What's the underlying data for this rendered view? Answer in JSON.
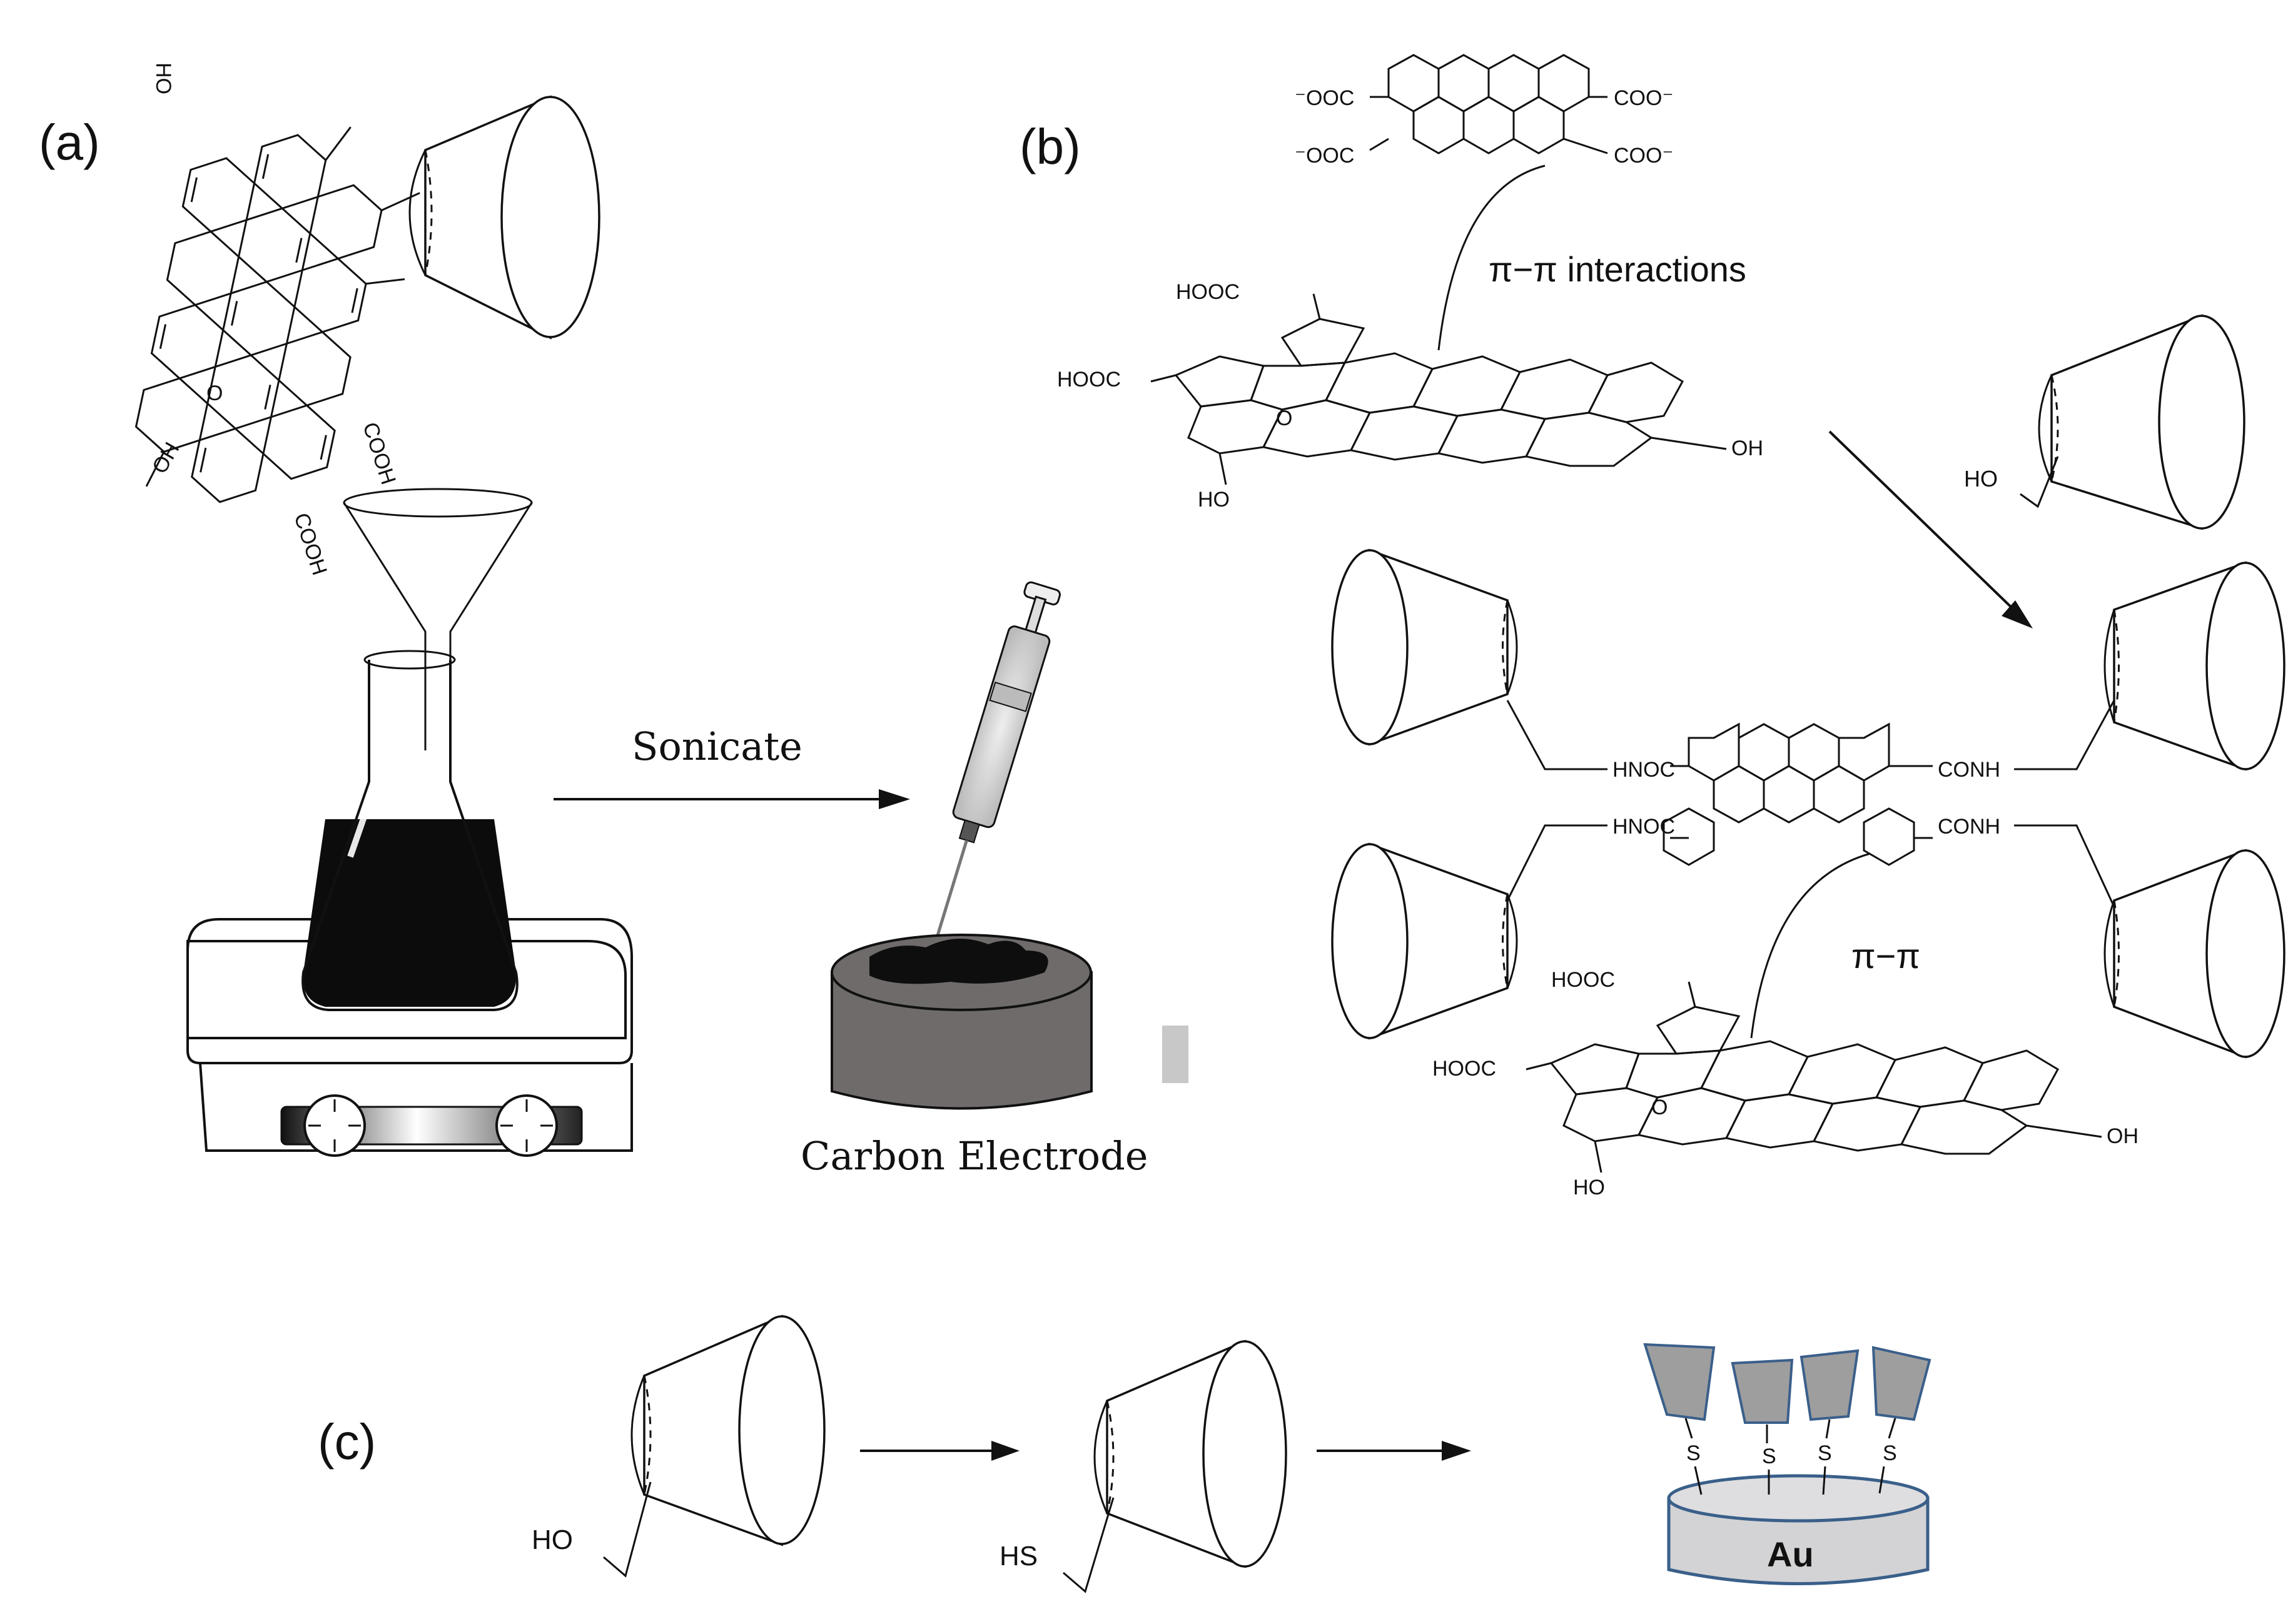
{
  "panels": {
    "a": {
      "label": "(a)",
      "step_label": "Sonicate",
      "electrode_label": "Carbon Electrode",
      "graphene_groups": {
        "top": "HO",
        "left_bottom": "OH",
        "cooh1": "COOH",
        "cooh2": "COOH",
        "ether": "O"
      }
    },
    "b": {
      "label": "(b)",
      "interaction_label": "π−π interactions",
      "interaction_short": "π−π",
      "pyrene_groups": {
        "tl": "⁻OOC",
        "tr": "COO⁻",
        "bl": "⁻OOC",
        "br": "COO⁻"
      },
      "sheet_groups": {
        "cooh1": "HOOC",
        "cooh2": "HOOC",
        "oh_right": "OH",
        "oh_bottom": "HO",
        "ether": "O"
      },
      "cd_ho": "HO",
      "amide_groups": {
        "tl": "HNOC",
        "bl": "HNOC",
        "tr": "CONH",
        "br": "CONH"
      }
    },
    "c": {
      "label": "(c)",
      "ho": "HO",
      "hs": "HS",
      "sulfur": "S",
      "gold": "Au"
    }
  },
  "colors": {
    "ink": "#111111",
    "flask_liquid": "#0c0c0c",
    "electrode_body": "#6e6b6a",
    "gold_disc": "#d3d3d5",
    "gold_edge": "#3a5f8a",
    "cd_fill": "#9e9e9e"
  }
}
